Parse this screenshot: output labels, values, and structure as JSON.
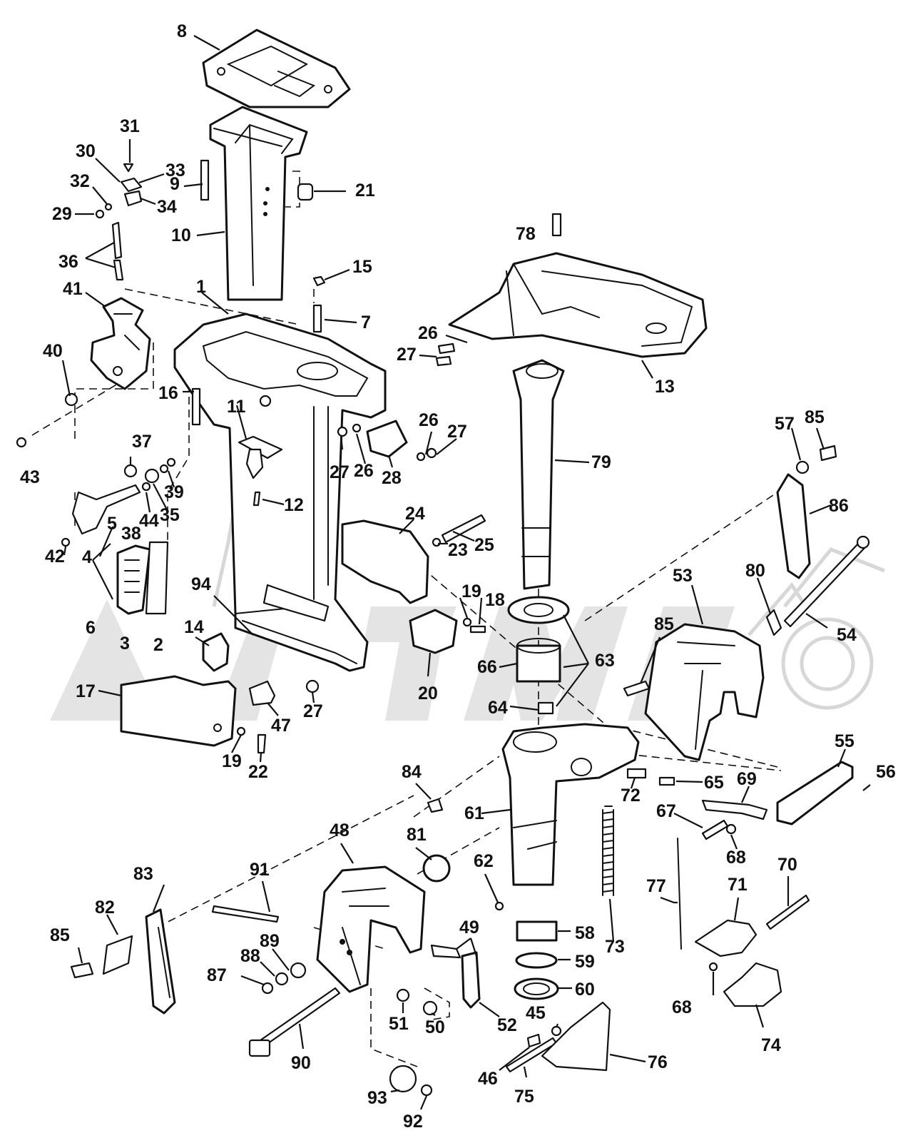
{
  "diagram": {
    "callouts": [
      "1",
      "2",
      "3",
      "4",
      "5",
      "6",
      "7",
      "8",
      "9",
      "10",
      "11",
      "12",
      "13",
      "14",
      "15",
      "16",
      "17",
      "18",
      "19",
      "20",
      "21",
      "22",
      "23",
      "24",
      "25",
      "26",
      "27",
      "28",
      "29",
      "30",
      "31",
      "32",
      "33",
      "34",
      "35",
      "36",
      "37",
      "38",
      "39",
      "40",
      "41",
      "42",
      "43",
      "44",
      "45",
      "46",
      "47",
      "48",
      "49",
      "50",
      "51",
      "52",
      "53",
      "54",
      "55",
      "56",
      "57",
      "58",
      "59",
      "60",
      "61",
      "62",
      "63",
      "64",
      "65",
      "66",
      "67",
      "68",
      "69",
      "70",
      "71",
      "72",
      "73",
      "74",
      "75",
      "76",
      "77",
      "78",
      "79",
      "80",
      "81",
      "82",
      "83",
      "84",
      "85",
      "86",
      "87",
      "88",
      "89",
      "90",
      "91",
      "92",
      "93",
      "94"
    ],
    "watermark_icon": "motorcycle-logo"
  }
}
